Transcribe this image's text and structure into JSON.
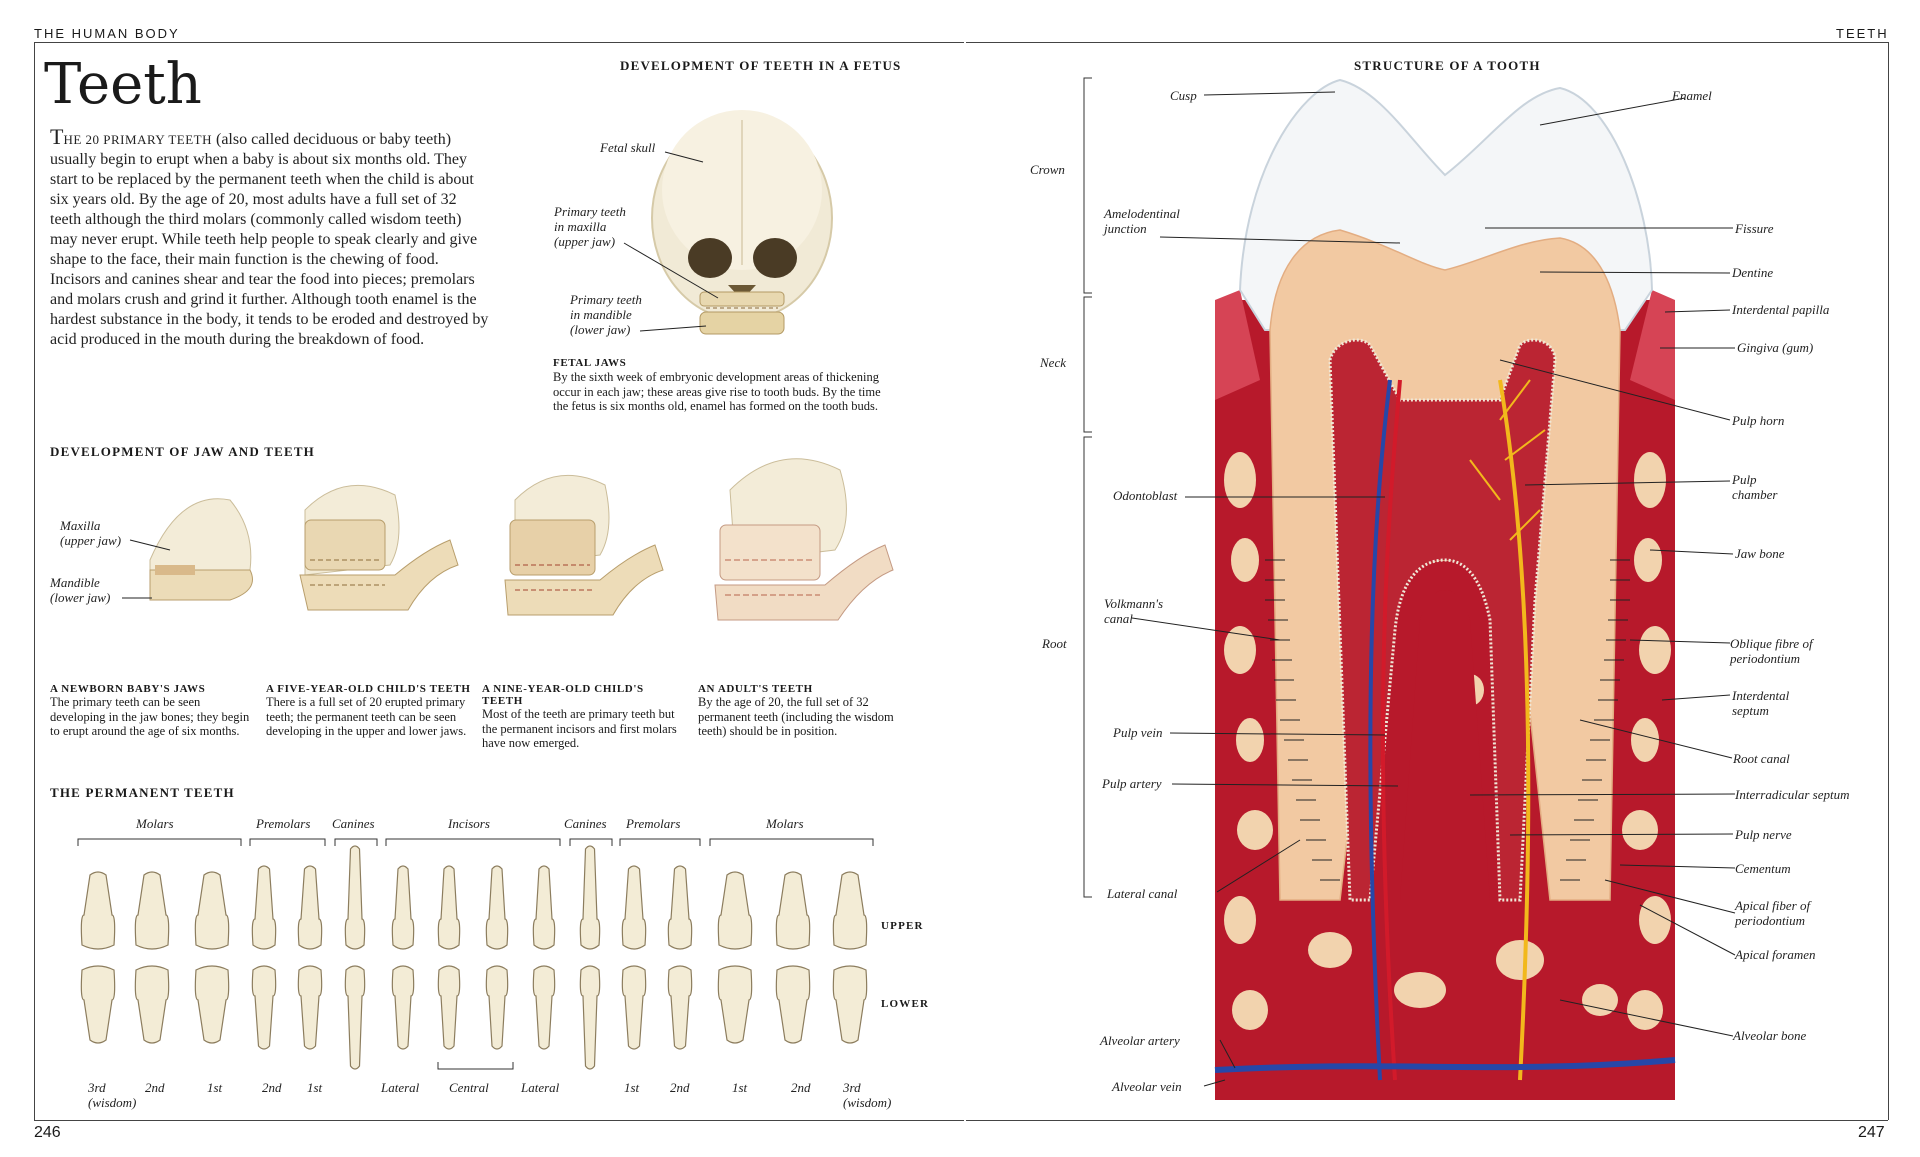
{
  "left_page": {
    "running_head": "THE HUMAN BODY",
    "title": "Teeth",
    "intro_dropcap": "T",
    "intro_smallcaps": "HE 20 PRIMARY TEETH",
    "intro_text": " (also called deciduous or baby teeth) usually begin to erupt when a baby is about six months old. They start to be replaced by the permanent teeth when the child is about six years old. By the age of 20, most adults have a full set of 32 teeth although the third molars (commonly called wisdom teeth) may never erupt. While teeth help people to speak clearly and give shape to the face, their main function is the chewing of food. Incisors and canines shear and tear the food into pieces; premolars and molars crush and grind it further. Although tooth enamel is the hardest substance in the body, it tends to be eroded and destroyed by acid produced in the mouth during the breakdown of food.",
    "page_number": "246",
    "fetus": {
      "heading": "DEVELOPMENT OF TEETH IN A FETUS",
      "labels": [
        "Fetal skull",
        "Primary teeth\nin maxilla\n(upper jaw)",
        "Primary teeth\nin mandible\n(lower jaw)"
      ],
      "caption_head": "FETAL JAWS",
      "caption_body": "By the sixth week of embryonic development areas of thickening occur in each jaw; these areas give rise to tooth buds. By the time the fetus is six months old, enamel has formed on the tooth buds."
    },
    "jaw_dev": {
      "heading": "DEVELOPMENT OF JAW AND TEETH",
      "labels": [
        "Maxilla\n(upper jaw)",
        "Mandible\n(lower jaw)"
      ],
      "captions": [
        {
          "head": "A NEWBORN BABY'S JAWS",
          "body": "The primary teeth can be seen developing in the jaw bones; they begin to erupt around the age of six months."
        },
        {
          "head": "A FIVE-YEAR-OLD CHILD'S TEETH",
          "body": "There is a full set of 20 erupted primary teeth; the permanent teeth can be seen developing in the upper and lower jaws."
        },
        {
          "head": "A NINE-YEAR-OLD CHILD'S TEETH",
          "body": "Most of the teeth are primary teeth but the permanent incisors and first molars have now emerged."
        },
        {
          "head": "AN ADULT'S TEETH",
          "body": "By the age of 20, the full set of 32 permanent teeth (including the wisdom teeth) should be in position."
        }
      ]
    },
    "permanent": {
      "heading": "THE PERMANENT TEETH",
      "groups": [
        "Molars",
        "Premolars",
        "Canines",
        "Incisors",
        "Canines",
        "Premolars",
        "Molars"
      ],
      "row_labels": [
        "UPPER",
        "LOWER"
      ],
      "bottom_labels": [
        "3rd\n(wisdom)",
        "2nd",
        "1st",
        "2nd",
        "1st",
        "Lateral",
        "Central",
        "Lateral",
        "1st",
        "2nd",
        "1st",
        "2nd",
        "3rd\n(wisdom)"
      ]
    }
  },
  "right_page": {
    "running_head": "TEETH",
    "heading": "STRUCTURE OF A TOOTH",
    "page_number": "247",
    "regions": [
      "Crown",
      "Neck",
      "Root"
    ],
    "left_labels": [
      "Cusp",
      "Amelodentinal\njunction",
      "Odontoblast",
      "Volkmann's\ncanal",
      "Pulp vein",
      "Pulp artery",
      "Lateral canal",
      "Alveolar artery",
      "Alveolar vein"
    ],
    "right_labels": [
      "Enamel",
      "Fissure",
      "Dentine",
      "Interdental papilla",
      "Gingiva (gum)",
      "Pulp horn",
      "Pulp\nchamber",
      "Jaw bone",
      "Oblique fibre of\nperiodontium",
      "Interdental\nseptum",
      "Root canal",
      "Interradicular septum",
      "Pulp nerve",
      "Cementum",
      "Apical fiber of\nperiodontium",
      "Apical foramen",
      "Alveolar bone"
    ]
  }
}
